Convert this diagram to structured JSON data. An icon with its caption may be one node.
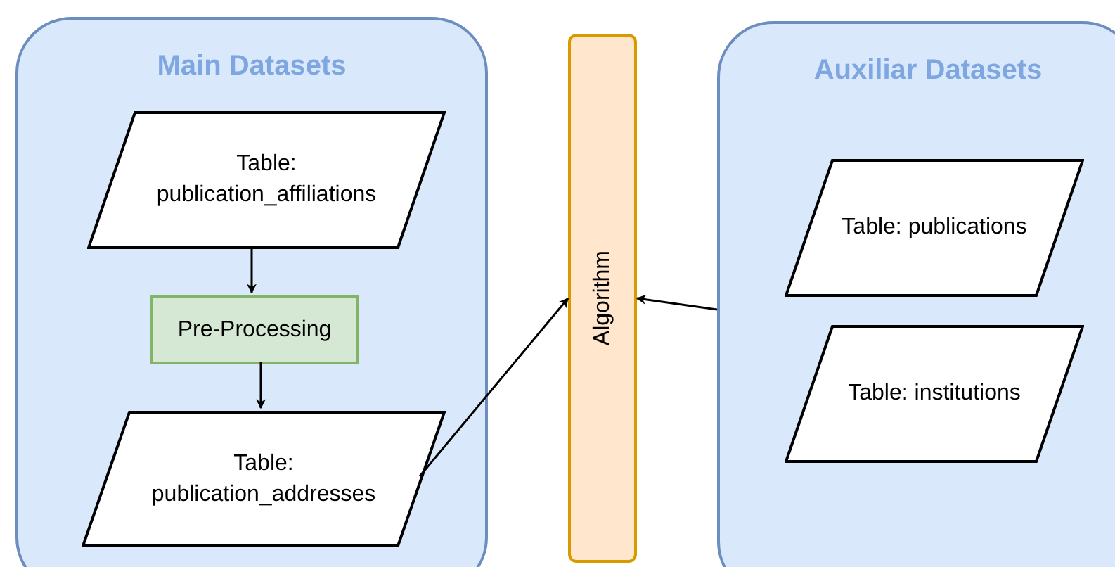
{
  "diagram": {
    "nodes": [
      {
        "text": [
          "Main Datasets"
        ]
      },
      {
        "text": [
          "Table: publication_affiliations"
        ],
        "in": 0
      },
      {
        "text": [
          "Pre-Processing"
        ],
        "in": 0
      },
      {
        "text": [
          "Table: publication_addresses"
        ],
        "in": 0
      },
      {
        "text": [
          "Algorithm"
        ]
      },
      {
        "text": [
          "Auxiliar Datasets"
        ]
      },
      {
        "text": [
          "Table: publications"
        ],
        "in": 5
      },
      {
        "text": [
          "Table: institutions"
        ],
        "in": 5
      }
    ],
    "edges": [
      {
        "from": 1,
        "to": 2,
        "arrow": "to"
      },
      {
        "from": 2,
        "to": 3,
        "arrow": "to"
      },
      {
        "from": 3,
        "to": 4,
        "arrow": "to"
      },
      {
        "from": 5,
        "to": 4,
        "arrow": "to"
      }
    ]
  }
}
